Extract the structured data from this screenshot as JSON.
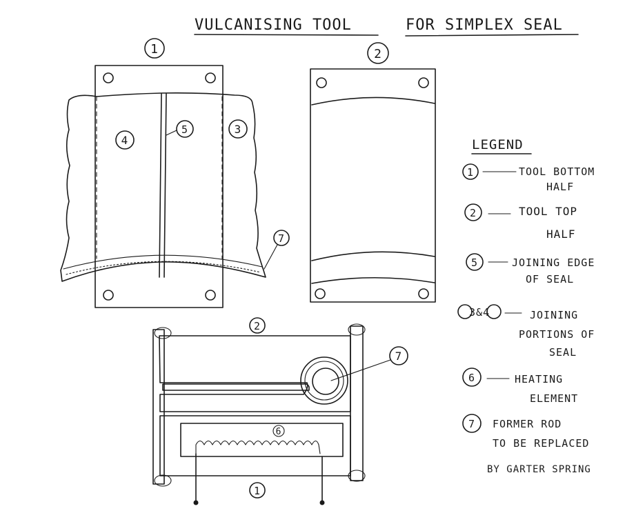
{
  "title": {
    "part1": "VULCANISING TOOL",
    "part2": "FOR SIMPLEX SEAL"
  },
  "view_labels": {
    "view1": "1",
    "view2": "2"
  },
  "callouts": {
    "c4": "4",
    "c5": "5",
    "c3": "3",
    "c7_top": "7",
    "c2_section": "2",
    "c7_section": "7",
    "c6_section": "6",
    "c1_section": "1"
  },
  "legend": {
    "heading": "LEGEND",
    "items": [
      {
        "num": "1",
        "lines": [
          "TOOL BOTTOM",
          "HALF"
        ]
      },
      {
        "num": "2",
        "lines": [
          "TOOL TOP",
          "HALF"
        ]
      },
      {
        "num": "5",
        "lines": [
          "JOINING EDGE",
          "OF SEAL"
        ]
      },
      {
        "num": "3&4",
        "lines": [
          "JOINING",
          "PORTIONS OF",
          "SEAL"
        ]
      },
      {
        "num": "6",
        "lines": [
          "HEATING",
          "ELEMENT"
        ]
      },
      {
        "num": "7",
        "lines": [
          "FORMER ROD",
          "TO BE REPLACED",
          "BY GARTER SPRING"
        ]
      }
    ]
  }
}
